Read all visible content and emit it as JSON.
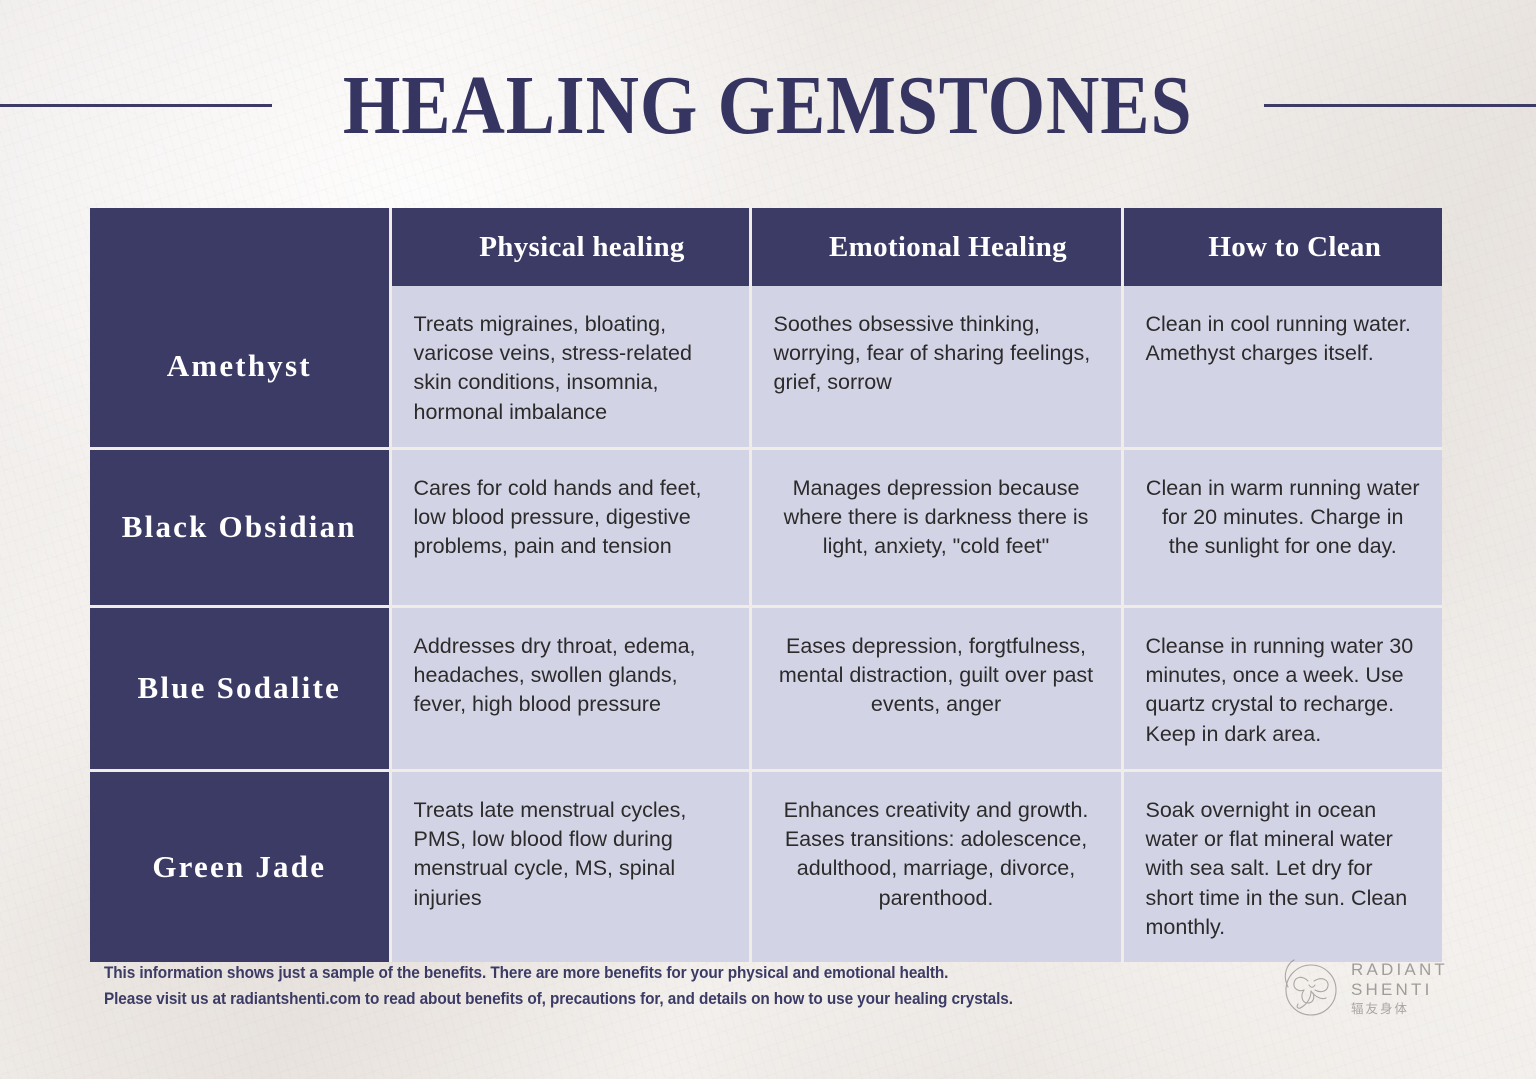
{
  "document": {
    "title": "HEALING GEMSTONES"
  },
  "colors": {
    "navy": "#3b3b66",
    "title_navy": "#363562",
    "cell_lavender": "#d3d3e6",
    "paper": "#f1eeeb",
    "body_text": "#2b2b2b",
    "logo_gray": "#6c6a68"
  },
  "table": {
    "headers": {
      "name_column": "",
      "physical": "Physical healing",
      "emotional": "Emotional Healing",
      "clean": "How to Clean"
    },
    "rows": [
      {
        "name": "Amethyst",
        "physical": "Treats migraines, bloating, varicose veins, stress-related skin conditions, insomnia, hormonal imbalance",
        "emotional": "Soothes obsessive thinking, worrying, fear of sharing feelings, grief, sorrow",
        "clean": "Clean in cool running water. Amethyst charges itself."
      },
      {
        "name": "Black Obsidian",
        "physical": "Cares for cold hands and feet, low blood pressure, digestive problems, pain and tension",
        "emotional": "Manages depression because where there is darkness there is light, anxiety, \"cold feet\"",
        "clean": "Clean in warm running water for 20 minutes. Charge in the sunlight for one day."
      },
      {
        "name": "Blue Sodalite",
        "physical": "Addresses dry throat, edema, headaches, swollen glands, fever, high blood pressure",
        "emotional": "Eases depression, forgtfulness, mental distraction, guilt over past events, anger",
        "clean": "Cleanse in running water 30 minutes, once a week. Use quartz crystal to recharge. Keep in dark area."
      },
      {
        "name": "Green Jade",
        "physical": "Treats late menstrual cycles, PMS, low blood flow during menstrual cycle, MS, spinal injuries",
        "emotional": " Enhances creativity and growth. Eases transitions: adolescence, adulthood, marriage, divorce, parenthood.",
        "clean": "Soak overnight in ocean water or flat mineral water with sea salt. Let dry for short time in the sun. Clean monthly."
      }
    ]
  },
  "footer": {
    "line1": "This information shows just a sample of the benefits. There are more benefits for your physical and emotional health.",
    "line2": "Please visit us at radiantshenti.com to read about benefits of, precautions for, and details on how to use your healing crystals."
  },
  "logo": {
    "line1": "RADIANT",
    "line2": "SHENTI",
    "cjk": "辐友身体",
    "mark": "botanical-circle-icon"
  }
}
